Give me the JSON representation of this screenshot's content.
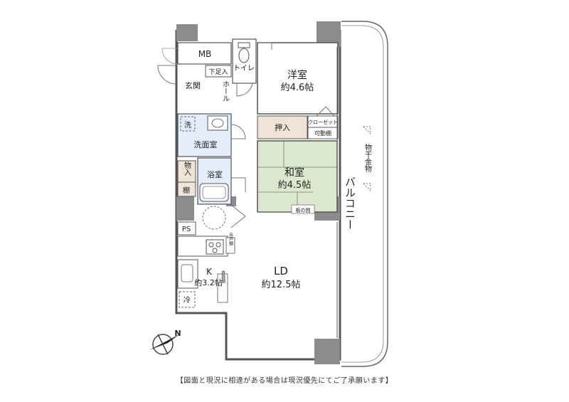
{
  "rooms": {
    "mb": "MB",
    "toilet": "トイレ",
    "shoe_storage": "下足入",
    "entrance": "玄関",
    "hall": "ホール",
    "western_room": "洋室",
    "western_room_size": "約4.6帖",
    "closet": "クローゼット",
    "adjustable_shelf": "可動棚",
    "oshiire": "押入",
    "wash_mark": "洗",
    "washroom": "洗面室",
    "storage": "物入",
    "shelf": "棚",
    "bath": "浴室",
    "japanese_room": "和室",
    "japanese_room_size": "約4.5帖",
    "wooden_floor": "板の間",
    "ps": "PS",
    "kitchen": "K",
    "kitchen_size": "約3.2帖",
    "cabinet": "吊戸棚",
    "pantry": "食器棚",
    "fridge": "冷",
    "ld": "LD",
    "ld_size": "約12.5帖",
    "balcony": "バルコニー",
    "drying_rack": "物干金物"
  },
  "compass": {
    "north_label": "N"
  },
  "footer_note": "【図面と現況に相違がある場合は現況優先にてご了承願います】",
  "colors": {
    "wall": "#8c8c8c",
    "washroom_fill": "#e3eefa",
    "tatami_fill": "#dbe8cd",
    "storage_fill": "#efe4d6",
    "line": "#555555"
  }
}
